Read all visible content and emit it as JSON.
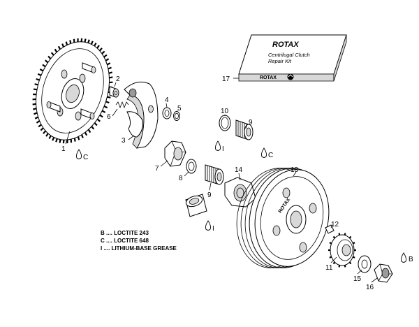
{
  "callouts": {
    "p1": "1",
    "p2": "2",
    "p3": "3",
    "p4": "4",
    "p5": "5",
    "p6": "6",
    "p7": "7",
    "p8": "8",
    "p9a": "9",
    "p9b": "9",
    "p10": "10",
    "p11": "11",
    "p12": "12",
    "p13": "13",
    "p14": "14",
    "p15": "15",
    "p16": "16",
    "p17": "17"
  },
  "markers": {
    "c1": "C",
    "c14": "C",
    "i9": "I",
    "i_sleeve": "I",
    "b16": "B"
  },
  "repair_kit": {
    "brand": "ROTAX",
    "line1": "Centrifugal Clutch",
    "line2": "Repair Kit",
    "logo_text": "ROTAX"
  },
  "drum_text": "ROTAX",
  "legend": [
    {
      "key": "B",
      "text": "B .... LOCTITE 243"
    },
    {
      "key": "C",
      "text": "C .... LOCTITE 648"
    },
    {
      "key": "I",
      "text": "I .... LITHIUM-BASE GREASE"
    }
  ],
  "icons": [
    "drop-icon"
  ]
}
